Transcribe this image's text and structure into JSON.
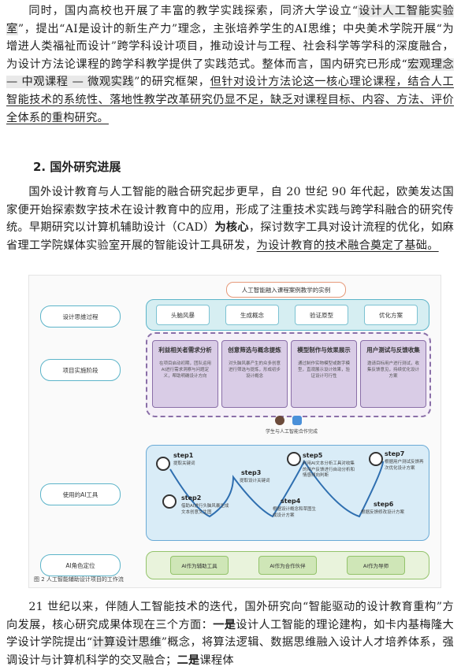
{
  "p1": {
    "a": "同时，国内高校也开展了丰富的教学实践探索，同济大学设立“",
    "b": "设计人工智能实验室",
    "c": "”，提出“AI是设计的新生产力”理念，主张培养学生的AI思维；中央美术学院开展“为增进人类福祉而设计”跨学科设计项目，推动设计与工程、社会科学等学科的深度融合，为设计方法论课程的跨学科教学提供了实践范式。整体而言，国内研究已形成“",
    "d": "宏观理念 — 中观课程 — 微观实践",
    "e": "”的研究框架，",
    "f": "但针对设计方法论这一核心理论课程，结合人工智能技术的系统性、落地性教学改革研究仍显不足，缺乏对课程目标、内容、方法、评价全体系的重构研究。"
  },
  "heading": "2. 国外研究进展",
  "p2": {
    "a": "国外设计教育与人工智能的融合研究起步更早，自 20 世纪 90 年代起，欧美发达国家便开始探索数字技术在设计教育中的应用，形成了注重技术实践与跨学科融合的研究传统。早期研究以计算机辅助设计（CAD）",
    "b": "为核心",
    "c": "，探讨数字工具对设计流程的优化，如麻省理工学院媒体实验室开展的智能设计工具研发，",
    "d": "为设计教育的技术融合奠定了基础。"
  },
  "figure": {
    "title": "人工智能融入课程案例教学的实例",
    "rows": [
      {
        "label": "设计思维过程"
      },
      {
        "label": "项目实施阶段"
      },
      {
        "label": "使用的AI工具"
      },
      {
        "label": "AI角色定位"
      }
    ],
    "stages": [
      "头脑风暴",
      "生成概念",
      "验证原型",
      "优化方案"
    ],
    "cards": [
      {
        "title": "利益相关者需求分析",
        "desc": "在项目启动初期，团队运用AI进行需求洞察与问题定义，帮助明确设计方向"
      },
      {
        "title": "创意筛选与概念提炼",
        "desc": "对头脑风暴产生的众多创意进行筛选与提炼，形成初步设计概念"
      },
      {
        "title": "模型制作与效果展示",
        "desc": "通过制作实物模型或数字模型，直观展示设计效果，验证设计可行性"
      },
      {
        "title": "用户测试与反馈收集",
        "desc": "邀请目标用户进行测试，收集反馈意见，持续优化设计方案"
      }
    ],
    "collab": "学生与人工智能合作完成",
    "steps": [
      {
        "name": "step1",
        "desc": "提取关键词"
      },
      {
        "name": "step2",
        "desc": "借助AI进行头脑风暴生成文本创意文生图"
      },
      {
        "name": "step3",
        "desc": "提取设计关键词"
      },
      {
        "name": "step4",
        "desc": "根据设计概念和草图生成设计方案"
      },
      {
        "name": "step5",
        "desc": "利用AI文本分析工具对收集的用户反馈进行自动分析和情感倾向判断"
      },
      {
        "name": "step6",
        "desc": "根据反馈修改设计方案"
      },
      {
        "name": "step7",
        "desc": "根据用户测试反馈再次优化设计方案"
      }
    ],
    "roles": [
      "AI作为辅助工具",
      "AI作为合作伙伴",
      "AI作为导师"
    ],
    "caption": "图 2  人工智能辅助设计项目的工作流"
  },
  "p3": {
    "a": "21 世纪以来，伴随人工智能技术的迭代，国外研究向“智能驱动的设计教育重构”方向发展，核心研究成果体现在三个方面：",
    "b": "一是",
    "c": "设计人工智能的理论建构，如卡内基梅隆大学设计学院提出“",
    "d": "计算设计思维",
    "e": "”概念，将算法逻辑、数据思维融入设计人才培养体系，强调设计与计算机科学的交叉融合；",
    "f": "二是",
    "g": "课程体"
  },
  "colors": {
    "teal": "#5cb4c9",
    "purple": "#8a6fa8",
    "blue": "#6aaad6",
    "green": "#93c36b"
  }
}
